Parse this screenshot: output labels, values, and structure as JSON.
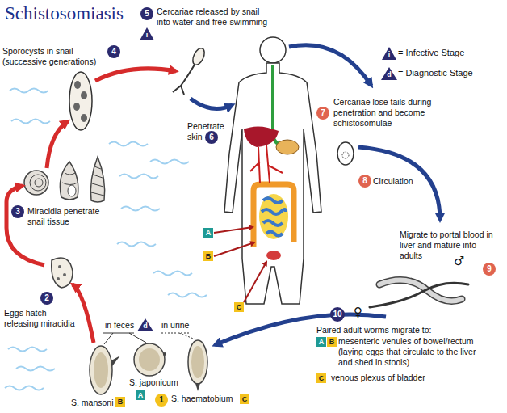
{
  "diagram": {
    "title": "Schistosomiasis",
    "nodes": [
      {
        "text": [
          "5"
        ]
      },
      {
        "text": [
          "i"
        ]
      },
      {
        "text": [
          "i"
        ]
      },
      {
        "text": [
          "4"
        ]
      },
      {
        "text": [
          "d"
        ]
      },
      {
        "text": [
          "7"
        ]
      },
      {
        "text": [
          "6"
        ]
      },
      {
        "text": [
          "8"
        ]
      },
      {
        "text": [
          "3"
        ]
      },
      {
        "text": [
          "A"
        ]
      },
      {
        "text": [
          "B"
        ]
      },
      {
        "text": [
          "9"
        ]
      },
      {
        "text": [
          "2"
        ]
      },
      {
        "text": [
          "C"
        ]
      },
      {
        "text": [
          "10"
        ]
      },
      {
        "text": [
          "d"
        ]
      },
      {
        "text": [
          "A"
        ]
      },
      {
        "text": [
          "B"
        ]
      },
      {
        "text": [
          "C"
        ]
      },
      {
        "text": [
          "A"
        ]
      },
      {
        "text": [
          "B"
        ]
      },
      {
        "text": [
          "1"
        ]
      },
      {
        "text": [
          "C"
        ]
      }
    ],
    "labels": [
      "Sporocysts in snail (successive generations)",
      "Cercariae released by snail into water and free-swimming",
      "Cercariae lose tails during penetration and become schistosomulae",
      "Penetrate skin",
      "Circulation",
      "Miracidia penetrate snail tissue",
      "Migrate to portal blood in liver and mature into adults",
      "♂",
      "Eggs hatch releasing miracidia",
      "in feces",
      "in urine",
      "♀",
      "Paired adult worms migrate to:",
      "mesenteric venules of bowel/rectum (laying eggs that circulate to the liver and shed in stools)",
      "S. japonicum",
      "S. mansoni",
      "venous plexus of bladder",
      "S. haematobium"
    ],
    "legend": [
      {
        "text": "= Infective Stage"
      },
      {
        "text": "= Diagnostic Stage"
      }
    ]
  }
}
